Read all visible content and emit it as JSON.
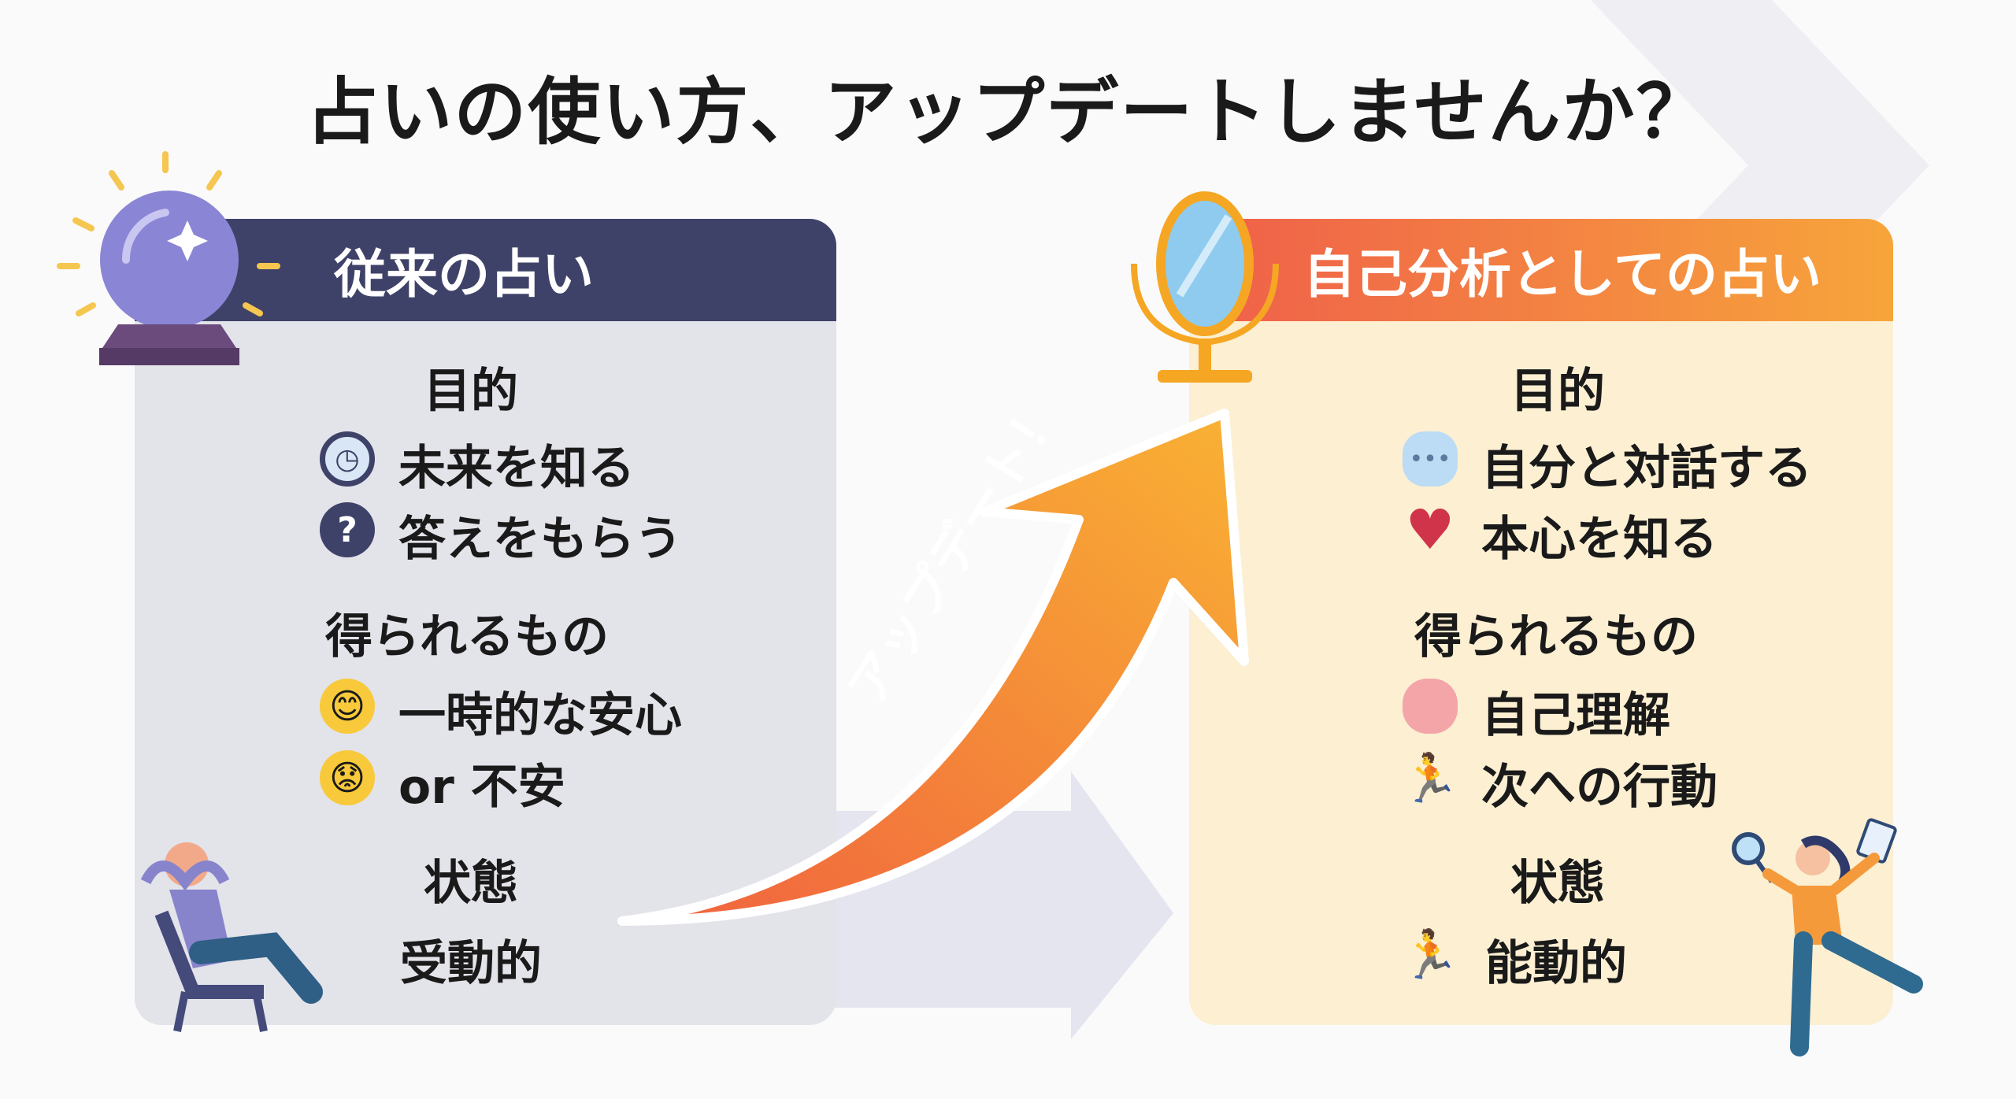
{
  "title": "占いの使い方、アップデートしませんか？",
  "left": {
    "header": "従来の占い",
    "purpose_label": "目的",
    "purpose_items": [
      "未来を知る",
      "答えをもらう"
    ],
    "gains_label": "得られるもの",
    "gains_items": [
      "一時的な安心",
      "or 不安"
    ],
    "state_label": "状態",
    "state_value": "受動的"
  },
  "right": {
    "header": "自己分析としての占い",
    "purpose_label": "目的",
    "purpose_items": [
      "自分と対話する",
      "本心を知る"
    ],
    "gains_label": "得られるもの",
    "gains_items": [
      "自己理解",
      "次への行動"
    ],
    "state_label": "状態",
    "state_value": "能動的"
  },
  "arrow_label": "アップデート！",
  "colors": {
    "left_header": "#3f4268",
    "right_header_start": "#ef5e4a",
    "right_header_end": "#f7a53b",
    "arrow_start": "#f0613f",
    "arrow_end": "#f9b233"
  }
}
